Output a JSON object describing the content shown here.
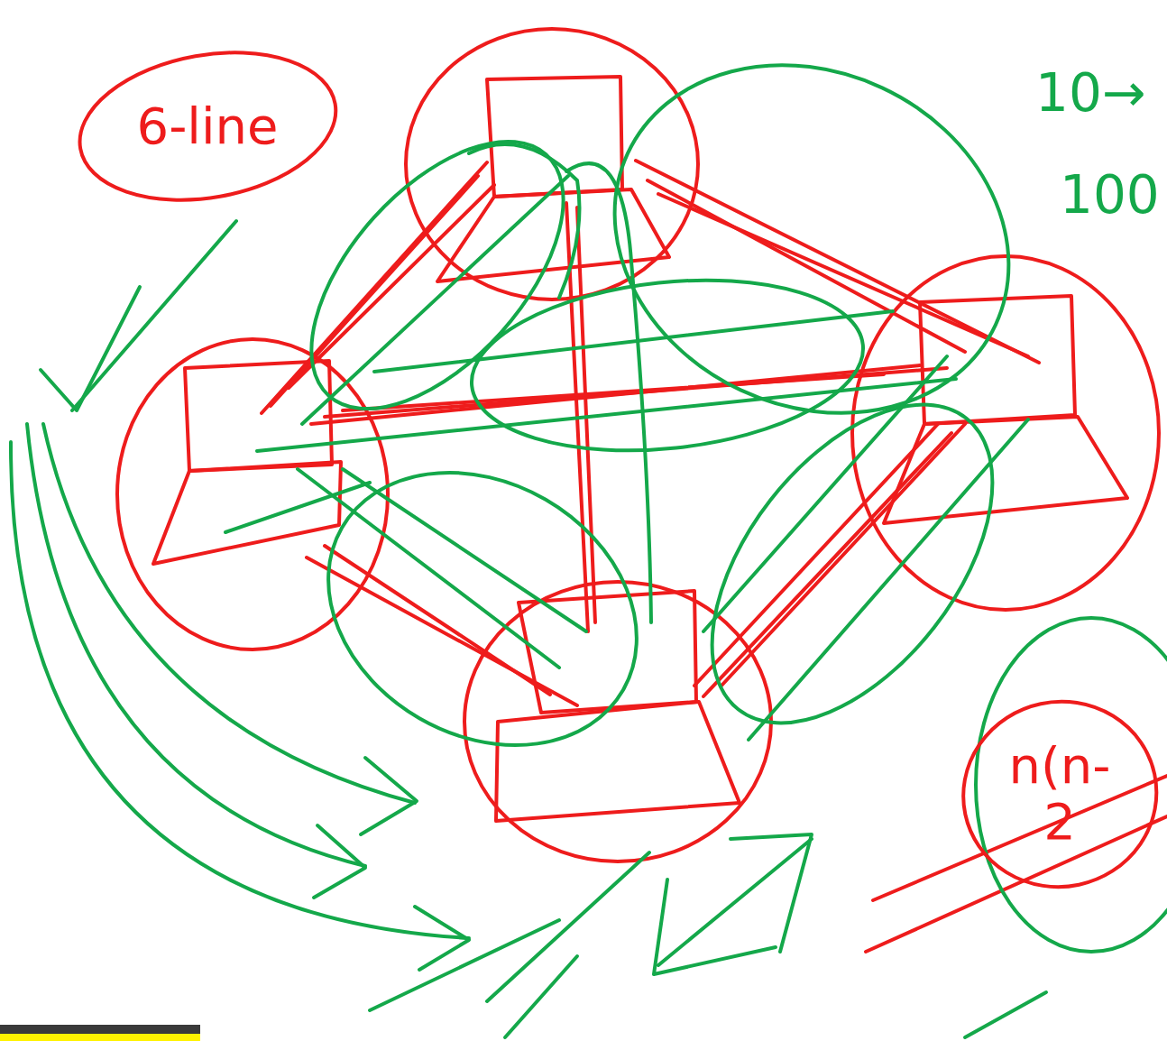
{
  "diagram": {
    "nodes": [
      {
        "text": [
          "6-line"
        ]
      },
      {
        "text": [
          "n(n-",
          "2"
        ]
      }
    ],
    "labels": [
      "10→",
      "100"
    ]
  }
}
